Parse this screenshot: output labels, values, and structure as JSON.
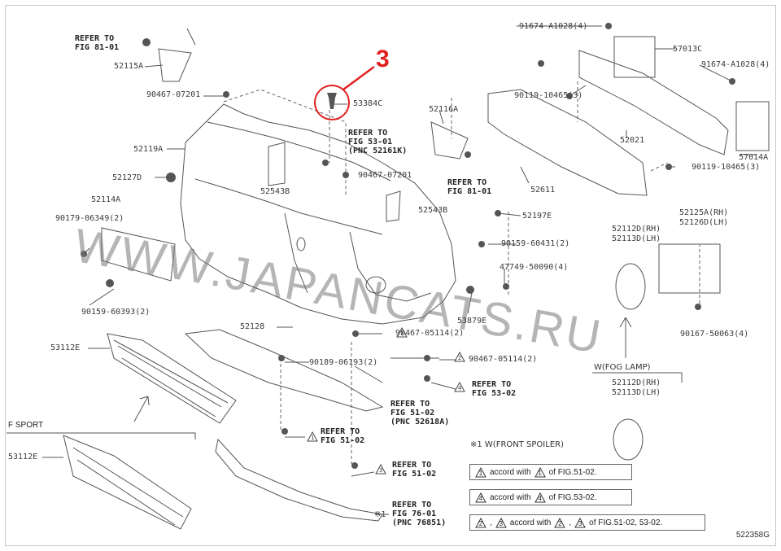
{
  "callout_number": "3",
  "watermark": "WWW.JAPANCATS.RU",
  "figure_code": "522358G",
  "parts": {
    "p52115A": "52115A",
    "p90467_07201a": "90467-07201",
    "p53384C": "53384C",
    "p52119A": "52119A",
    "p52127D": "52127D",
    "p52543B_a": "52543B",
    "p52543B_b": "52543B",
    "p90467_07201b": "90467-07201",
    "p52114A": "52114A",
    "p90179_06349": "90179-06349(2)",
    "p90159_60393": "90159-60393(2)",
    "p52116A": "52116A",
    "p91674_A1028_a": "91674-A1028(4)",
    "p57013C": "57013C",
    "p91674_A1028_b": "91674-A1028(4)",
    "p90119_10465_a": "90119-10465(3)",
    "p52021": "52021",
    "p57014A": "57014A",
    "p90119_10465_b": "90119-10465(3)",
    "p52611": "52611",
    "p52197E": "52197E",
    "p90159_60431": "90159-60431(2)",
    "p47749_50090": "47749-50090(4)",
    "p53879E": "53879E",
    "p52112D_rh_top": "52112D(RH)",
    "p52113D_lh_top": "52113D(LH)",
    "p52125A_rh": "52125A(RH)",
    "p52126D_lh": "52126D(LH)",
    "p90167_50063": "90167-50063(4)",
    "p52128": "52128",
    "p90467_05114_a": "90467-05114(2)",
    "p90467_05114_b": "90467-05114(2)",
    "p90189_06193": "90189-06193(2)",
    "p53112E_a": "53112E",
    "p53112E_b": "53112E",
    "p52112D_rh_bot": "52112D(RH)",
    "p52113D_lh_bot": "52113D(LH)"
  },
  "refers": {
    "fig81_top": {
      "line1": "REFER TO",
      "line2": "FIG 81-01"
    },
    "fig53": {
      "line1": "REFER TO",
      "line2": "FIG 53-01",
      "line3": "(PNC 52161K)"
    },
    "fig81_mid": {
      "line1": "REFER TO",
      "line2": "FIG 81-01"
    },
    "fig53_02": {
      "line1": "REFER TO",
      "line2": "FIG 53-02"
    },
    "fig51_pnc": {
      "line1": "REFER TO",
      "line2": "FIG 51-02",
      "line3": "(PNC 52618A)"
    },
    "fig51_02": {
      "line1": "REFER TO",
      "line2": "FIG 51-02"
    },
    "fig51_02b": {
      "line1": "REFER TO",
      "line2": "FIG 51-02"
    },
    "fig76": {
      "line1": "REFER TO",
      "line2": "FIG 76-01",
      "line3": "(PNC 76851)"
    }
  },
  "markers": {
    "m1": "1",
    "m2": "2",
    "m3": "3",
    "m4": "4",
    "m1b": "1",
    "m3b": "3"
  },
  "fog_lamp_label": "W(FOG LAMP)",
  "f_sport_label": "F SPORT",
  "front_spoiler_note": "※1 W(FRONT SPOILER)",
  "spoiler_mark": "※1",
  "legend": [
    {
      "a": "1",
      "text1": "accord with",
      "b": "1",
      "text2": "of FIG.51-02."
    },
    {
      "a": "4",
      "text1": "accord with",
      "b": "4",
      "text2": "of FIG.53-02."
    },
    {
      "a": "2",
      "a2": "3",
      "text1": "accord with",
      "b": "2",
      "b2": "3",
      "text2": "of FIG.51-02, 53-02."
    }
  ],
  "colors": {
    "callout": "#e32020",
    "line": "#555555",
    "watermark": "#8a8a8a"
  }
}
